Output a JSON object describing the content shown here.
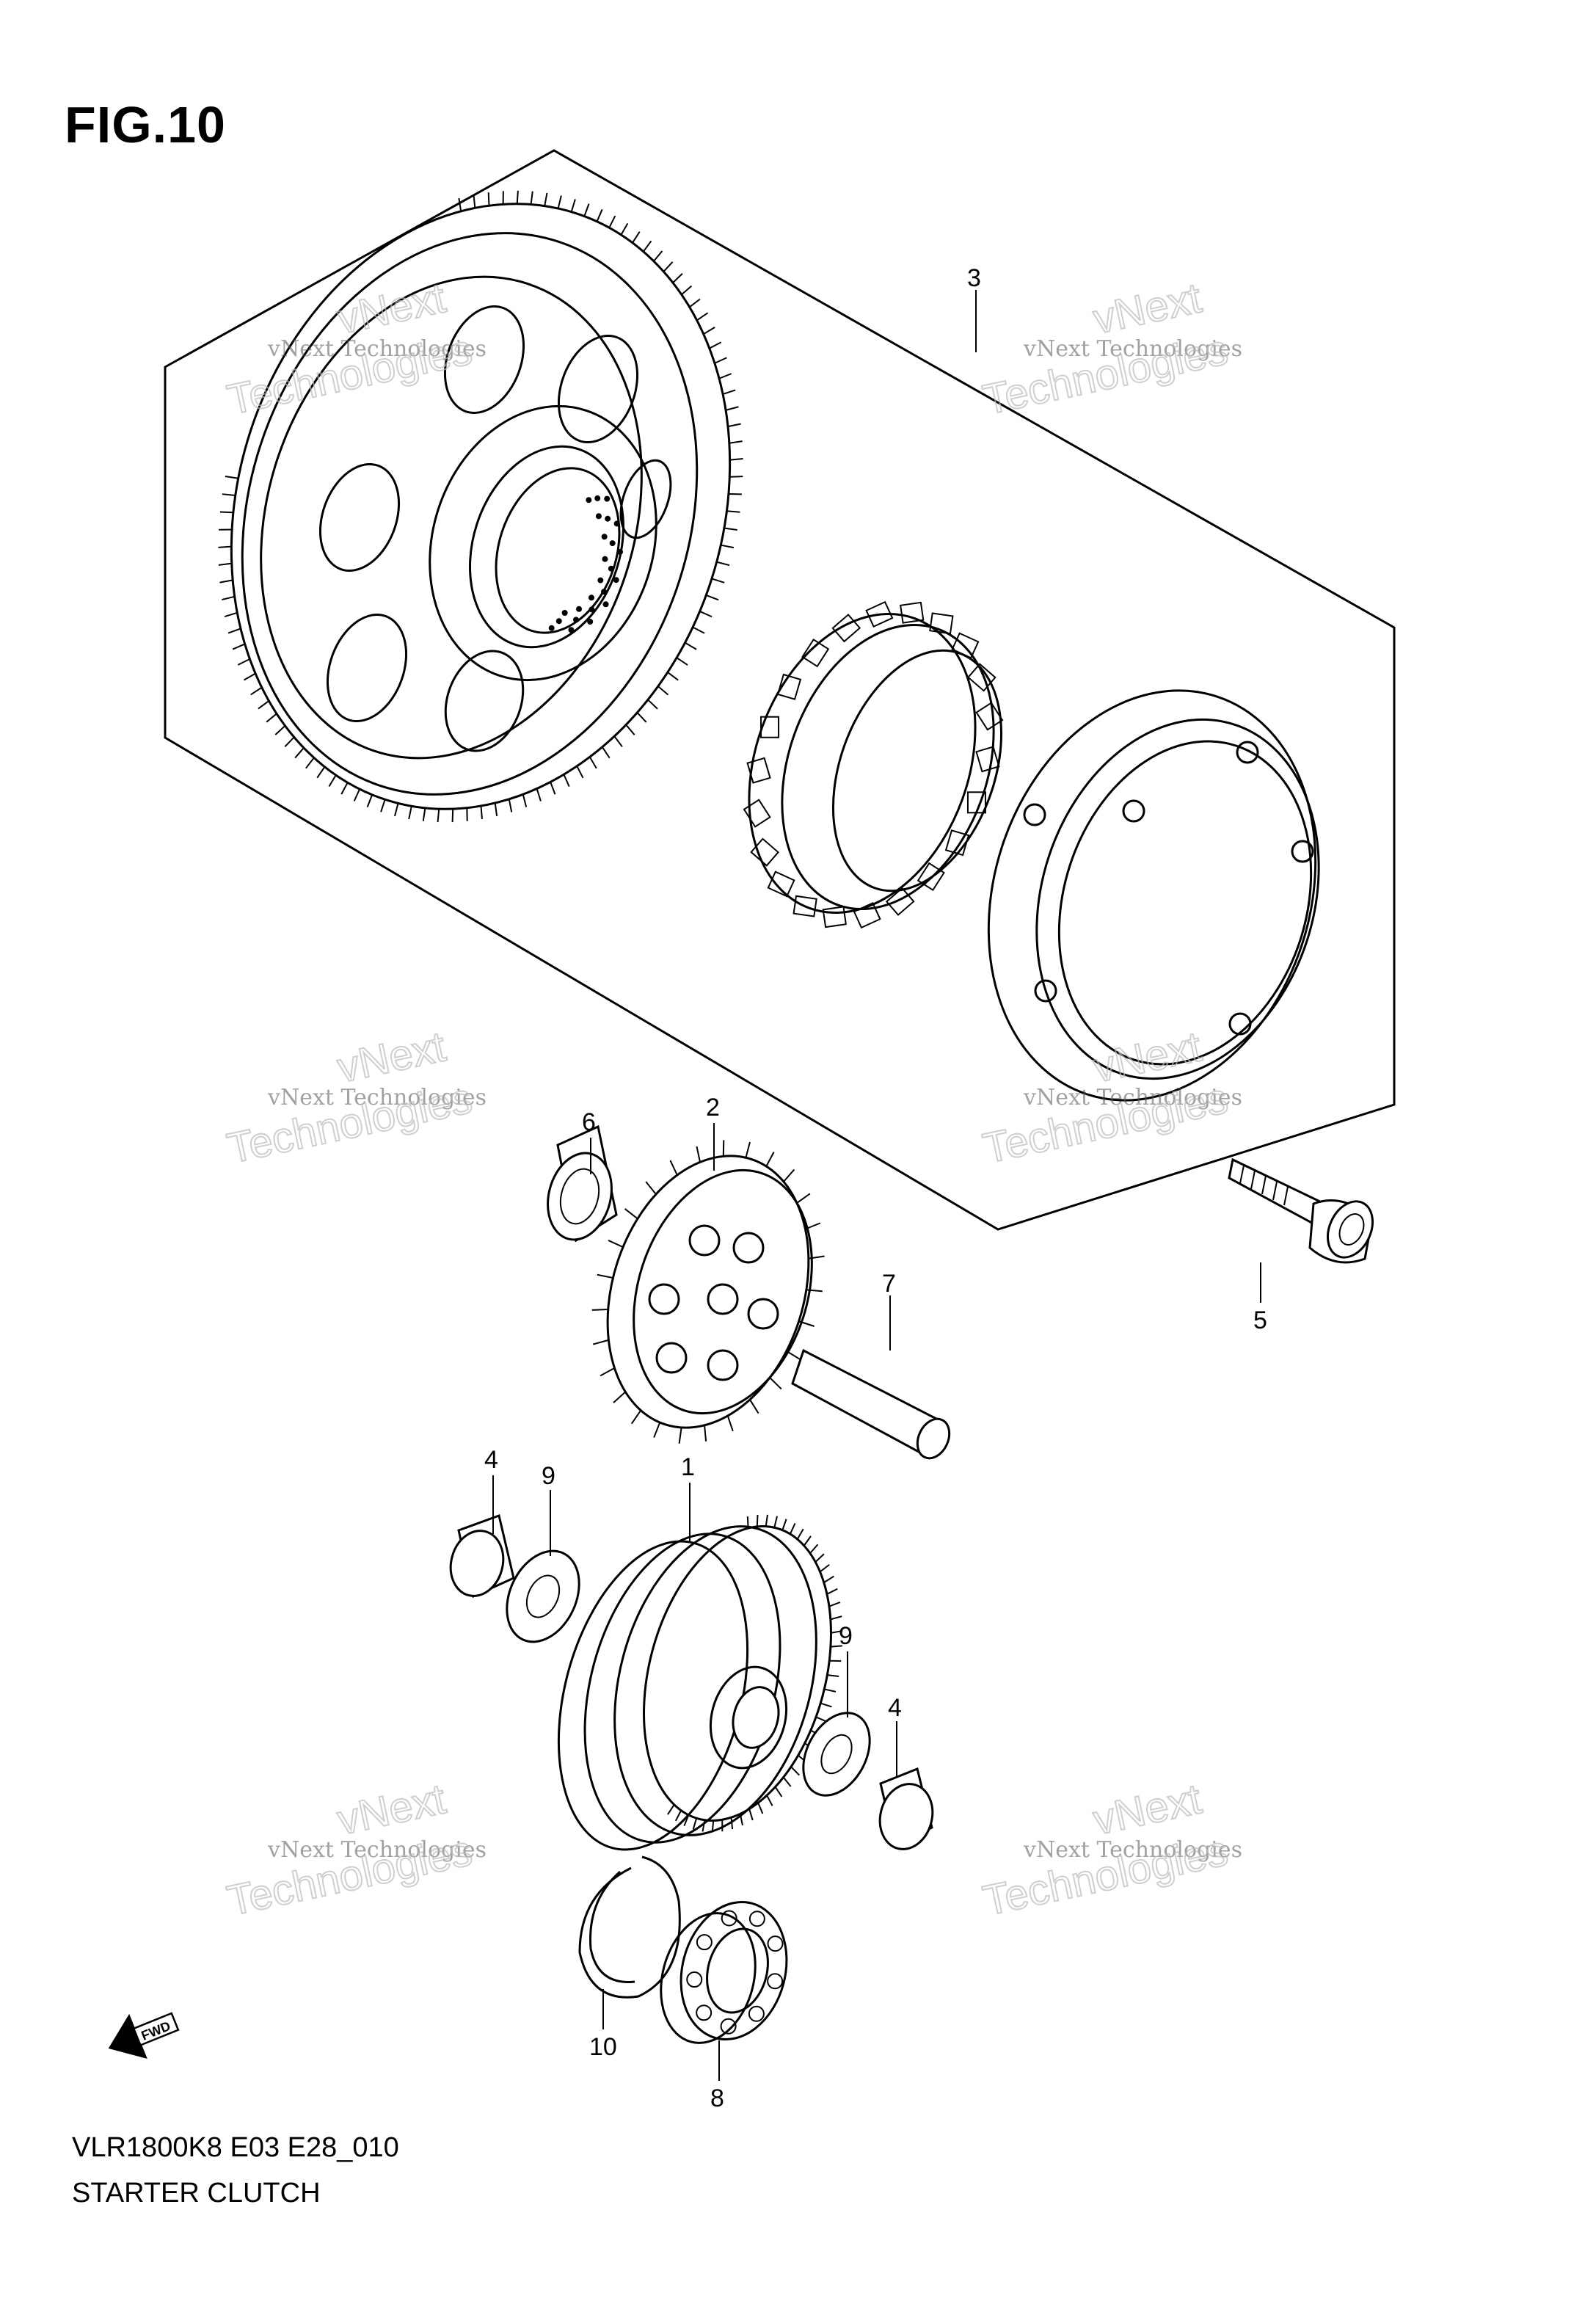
{
  "figure": {
    "title": "FIG.10",
    "model_code": "VLR1800K8 E03 E28_010",
    "name": "STARTER CLUTCH"
  },
  "callouts": [
    {
      "id": "callout-1",
      "label": "1"
    },
    {
      "id": "callout-2",
      "label": "2"
    },
    {
      "id": "callout-3",
      "label": "3"
    },
    {
      "id": "callout-4a",
      "label": "4"
    },
    {
      "id": "callout-4b",
      "label": "4"
    },
    {
      "id": "callout-5",
      "label": "5"
    },
    {
      "id": "callout-6",
      "label": "6"
    },
    {
      "id": "callout-7",
      "label": "7"
    },
    {
      "id": "callout-8",
      "label": "8"
    },
    {
      "id": "callout-9a",
      "label": "9"
    },
    {
      "id": "callout-9b",
      "label": "9"
    },
    {
      "id": "callout-10",
      "label": "10"
    }
  ],
  "watermark": {
    "line1": "vNext Technologies",
    "line2": "vNext",
    "line3": "Technologies"
  },
  "fwd_label": "FWD",
  "icons": [
    "fwd-arrow-icon"
  ]
}
